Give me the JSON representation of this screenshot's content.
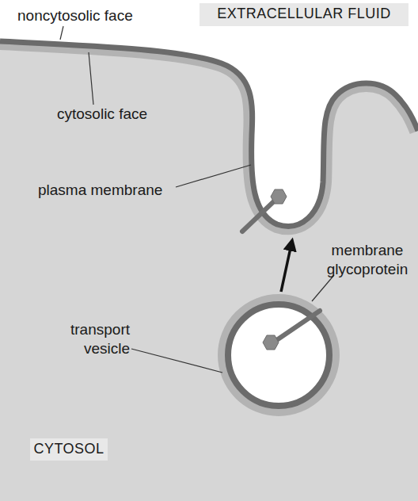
{
  "diagram": {
    "nodes": [
      {
        "text": [
          "EXTRACELLULAR FLUID"
        ]
      },
      {
        "text": [
          "CYTOSOL"
        ]
      }
    ],
    "labels": [
      "noncytosolic face",
      "cytosolic face",
      "plasma membrane",
      "membrane glycoprotein",
      "transport vesicle"
    ]
  }
}
